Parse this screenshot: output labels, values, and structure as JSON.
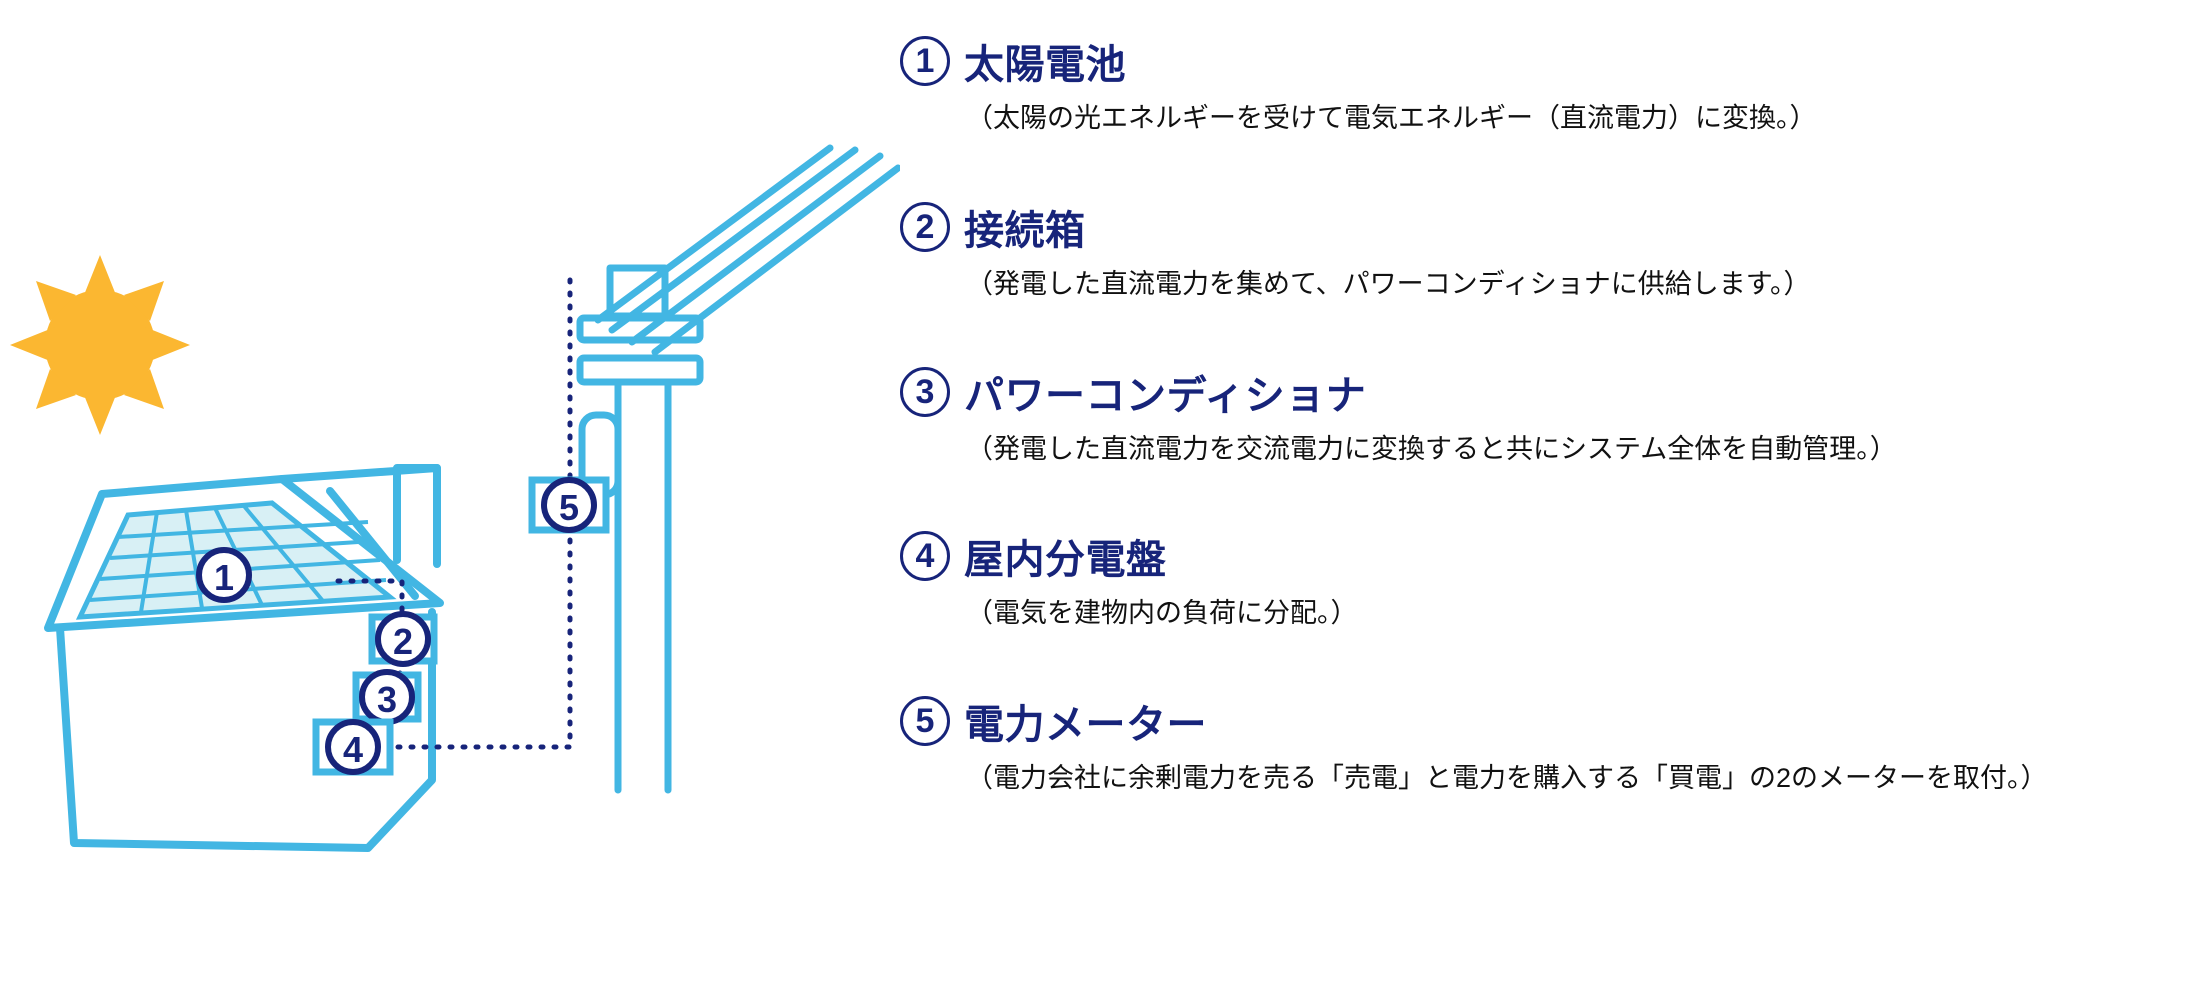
{
  "diagram": {
    "type": "residential-solar-power-system",
    "colors": {
      "sun": "#FBB731",
      "line_cyan": "#42B6E3",
      "panel_fill": "#D8F0F5",
      "navy": "#17247A",
      "text": "#111111"
    },
    "markers": [
      {
        "id": "1",
        "label": "1",
        "target": "solar-panel-on-roof"
      },
      {
        "id": "2",
        "label": "2",
        "target": "junction-box"
      },
      {
        "id": "3",
        "label": "3",
        "target": "power-conditioner"
      },
      {
        "id": "4",
        "label": "4",
        "target": "indoor-distribution-board"
      },
      {
        "id": "5",
        "label": "5",
        "target": "electric-power-meter"
      }
    ]
  },
  "legend": {
    "items": [
      {
        "number": "①",
        "num": "1",
        "title": "太陽電池",
        "desc": "（太陽の光エネルギーを受けて電気エネルギー（直流電力）に変換。）"
      },
      {
        "number": "②",
        "num": "2",
        "title": "接続箱",
        "desc": "（発電した直流電力を集めて、パワーコンディショナに供給します。）"
      },
      {
        "number": "③",
        "num": "3",
        "title": "パワーコンディショナ",
        "desc": "（発電した直流電力を交流電力に変換すると共にシステム全体を自動管理。）"
      },
      {
        "number": "④",
        "num": "4",
        "title": "屋内分電盤",
        "desc": "（電気を建物内の負荷に分配。）"
      },
      {
        "number": "⑤",
        "num": "5",
        "title": "電力メーター",
        "desc": "（電力会社に余剰電力を売る「売電」と電力を購入する「買電」の2のメーターを取付。）"
      }
    ]
  }
}
